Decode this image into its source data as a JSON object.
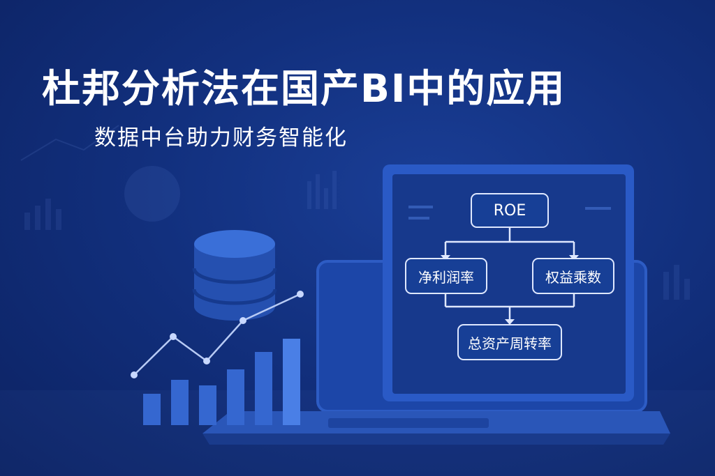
{
  "header": {
    "title": "杜邦分析法在国产BI中的应用",
    "subtitle": "数据中台助力财务智能化"
  },
  "diagram": {
    "root": "ROE",
    "left": "净利润率",
    "right": "权益乘数",
    "bottom": "总资产周转率"
  },
  "colors": {
    "background": "#12307e",
    "accent": "#3a6fd8",
    "line": "#dfe8ff"
  }
}
